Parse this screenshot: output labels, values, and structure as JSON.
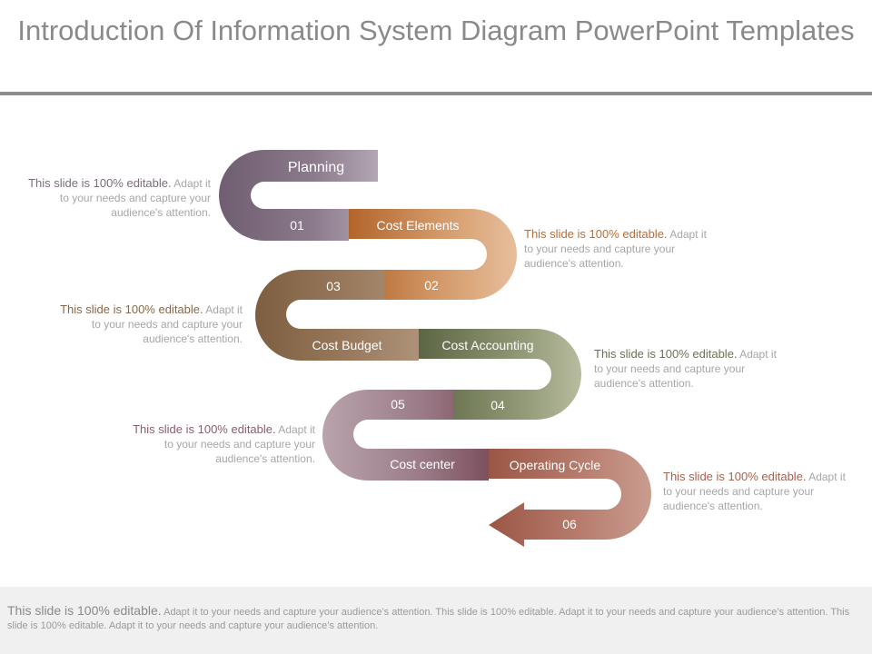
{
  "title": "Introduction Of Information System Diagram PowerPoint Templates",
  "colors": {
    "title": "#8a8a8a",
    "rule": "#8c8c8c",
    "planning": "#7d6c7d",
    "cost_elements": "#b86d33",
    "cost_budget": "#876848",
    "cost_accounting": "#6a7350",
    "cost_center": "#8a5f6b",
    "operating_cycle": "#a6614f"
  },
  "steps": [
    {
      "number": "01",
      "label": "Planning"
    },
    {
      "number": "02",
      "label": "Cost Elements"
    },
    {
      "number": "03",
      "label": "Cost Budget"
    },
    {
      "number": "04",
      "label": "Cost Accounting"
    },
    {
      "number": "05",
      "label": "Cost center"
    },
    {
      "number": "06",
      "label": "Operating Cycle"
    }
  ],
  "notes": [
    {
      "lead": "This slide is 100% editable.",
      "rest": " Adapt it to your needs and capture your audience's attention.",
      "color": "#7d6c7d"
    },
    {
      "lead": "This slide is 100% editable.",
      "rest": " Adapt it to your needs and capture your audience's attention.",
      "color": "#b86d33"
    },
    {
      "lead": "This slide is 100% editable.",
      "rest": " Adapt it to your needs and capture your audience's attention.",
      "color": "#876848"
    },
    {
      "lead": "This slide is 100% editable.",
      "rest": " Adapt it to your needs and capture your audience's attention.",
      "color": "#6a7350"
    },
    {
      "lead": "This slide is 100% editable.",
      "rest": " Adapt it to your needs and capture your audience's attention.",
      "color": "#8a5f6b"
    },
    {
      "lead": "This slide is 100% editable.",
      "rest": " Adapt it to your needs and capture your audience's attention.",
      "color": "#a6614f"
    }
  ],
  "footer": {
    "lead": "This slide is 100% editable.",
    "rest": " Adapt it to your needs and capture your audience’s attention. This slide is 100% editable. Adapt it to your needs and capture your audience’s attention. This slide is 100% editable. Adapt it to your needs and capture your audience’s attention."
  }
}
